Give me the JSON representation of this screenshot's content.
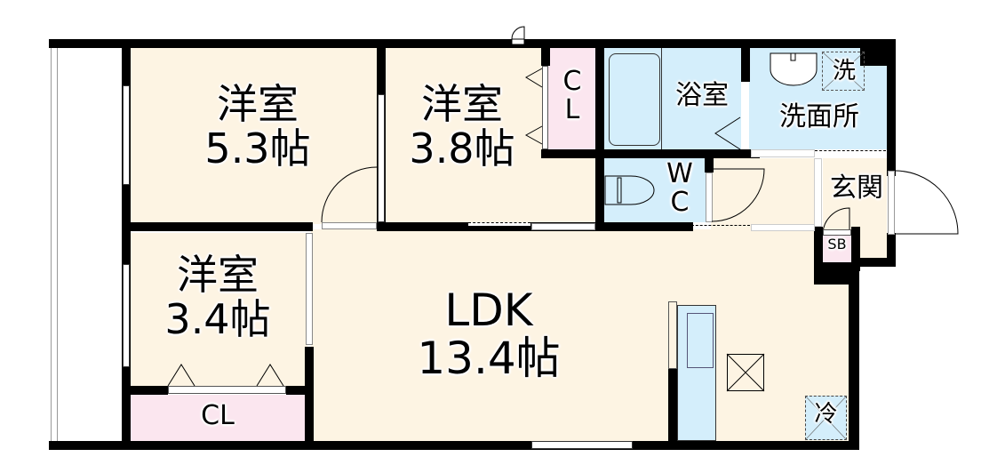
{
  "floor_plan": {
    "type": "apartment floor plan",
    "layout": "3LDK",
    "rooms": [
      {
        "id": "western_room_1",
        "name": "洋室",
        "size": "5.3帖"
      },
      {
        "id": "western_room_2",
        "name": "洋室",
        "size": "3.8帖"
      },
      {
        "id": "western_room_3",
        "name": "洋室",
        "size": "3.4帖"
      },
      {
        "id": "ldk",
        "name": "LDK",
        "size": "13.4帖"
      },
      {
        "id": "closet_1",
        "name": "C\nL",
        "line1": "C",
        "line2": "L"
      },
      {
        "id": "closet_2",
        "name": "CL"
      },
      {
        "id": "bathroom",
        "name": "浴室"
      },
      {
        "id": "washroom",
        "name": "洗面所"
      },
      {
        "id": "washing_machine",
        "name": "洗"
      },
      {
        "id": "toilet",
        "name": "WC",
        "line1": "W",
        "line2": "C"
      },
      {
        "id": "entrance",
        "name": "玄関"
      },
      {
        "id": "shoe_box",
        "name": "SB"
      },
      {
        "id": "refrigerator",
        "name": "冷"
      }
    ],
    "colors": {
      "floor": "#fdf4e3",
      "wet_area": "#d4eefb",
      "closet": "#fbe6ef",
      "wall": "#000000"
    }
  }
}
